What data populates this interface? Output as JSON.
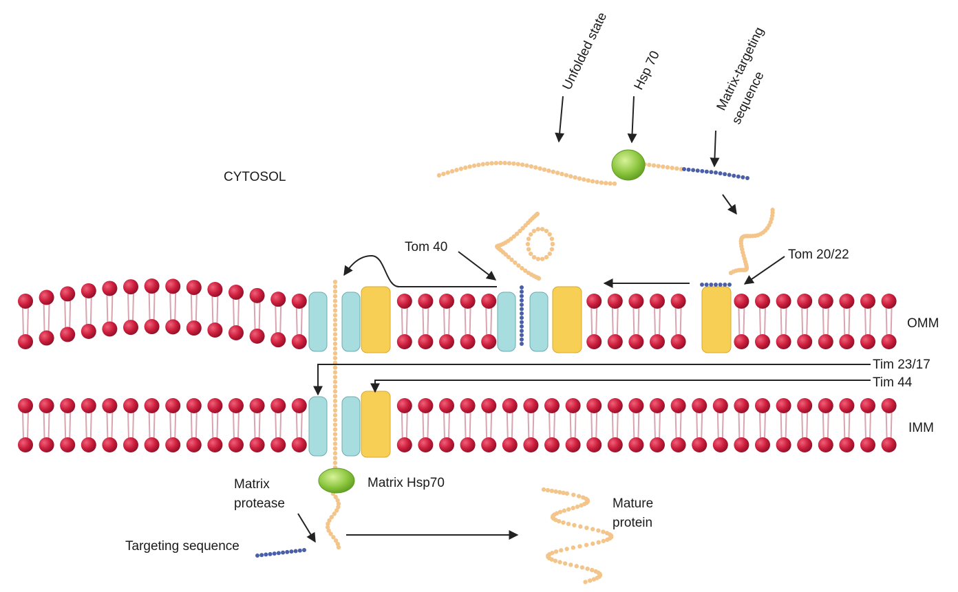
{
  "labels": {
    "cytosol": "CYTOSOL",
    "unfolded_state": "Unfolded state",
    "hsp70": "Hsp 70",
    "matrix_targeting_line1": "Matrix-targeting",
    "matrix_targeting_line2": "sequence",
    "tom40": "Tom 40",
    "tom2022": "Tom 20/22",
    "omm": "OMM",
    "tim2317": "Tim 23/17",
    "tim44": "Tim 44",
    "imm": "IMM",
    "matrix_hsp70": "Matrix Hsp70",
    "matrix_protease_line1": "Matrix",
    "matrix_protease_line2": "protease",
    "targeting_sequence": "Targeting sequence",
    "mature_protein_line1": "Mature",
    "mature_protein_line2": "protein"
  },
  "colors": {
    "lipid_head": "#cc1f3d",
    "lipid_tail": "#d9a3b0",
    "tom_tim_channel": "#a8dde0",
    "receptor": "#f8cf55",
    "chaperone": "#8cc63f",
    "polypeptide": "#f3c58a",
    "targeting_sequence": "#4a5fa8",
    "arrow": "#222222"
  }
}
